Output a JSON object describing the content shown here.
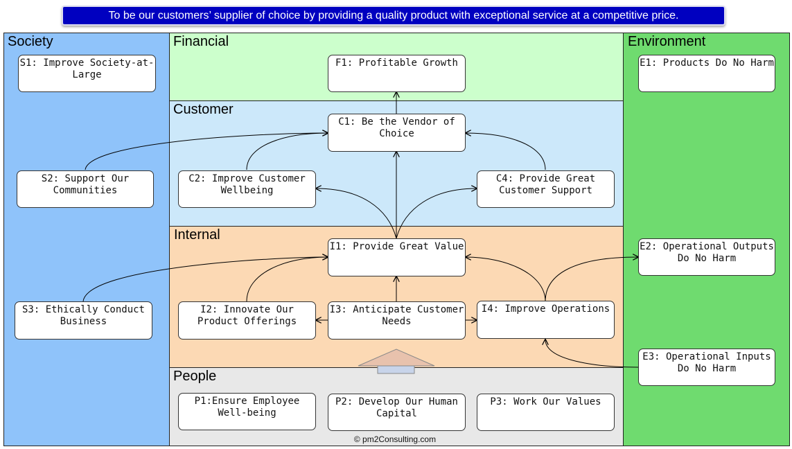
{
  "mission": "To be our customers’ supplier of choice by providing a quality product with exceptional service at a competitive price.",
  "perspectives": {
    "society": "Society",
    "financial": "Financial",
    "customer": "Customer",
    "internal": "Internal",
    "people": "People",
    "environment": "Environment"
  },
  "colors": {
    "society": "#8fc3fa",
    "financial": "#ccffcc",
    "customer": "#cce8fa",
    "internal": "#fcd9b4",
    "people": "#e8e8e8",
    "environment": "#6fdb6f",
    "banner": "#0000c0",
    "foundation_arrow": "#e8c2ad"
  },
  "objectives": {
    "s1": "S1: Improve Society-at-Large",
    "s2": "S2: Support Our Communities",
    "s3": "S3: Ethically Conduct Business",
    "f1": "F1: Profitable Growth",
    "c1": "C1: Be the Vendor of Choice",
    "c2": "C2: Improve Customer Wellbeing",
    "c4": "C4: Provide Great Customer Support",
    "i1": "I1: Provide Great Value",
    "i2": "I2: Innovate Our Product Offerings",
    "i3": "I3: Anticipate Customer Needs",
    "i4": "I4: Improve Operations",
    "p1": "P1:Ensure Employee Well-being",
    "p2": "P2: Develop Our Human Capital",
    "p3": "P3: Work Our Values",
    "e1": "E1: Products Do No Harm",
    "e2": "E2: Operational Outputs Do No Harm",
    "e3": "E3: Operational Inputs Do No Harm"
  },
  "copyright": "© pm2Consulting.com"
}
